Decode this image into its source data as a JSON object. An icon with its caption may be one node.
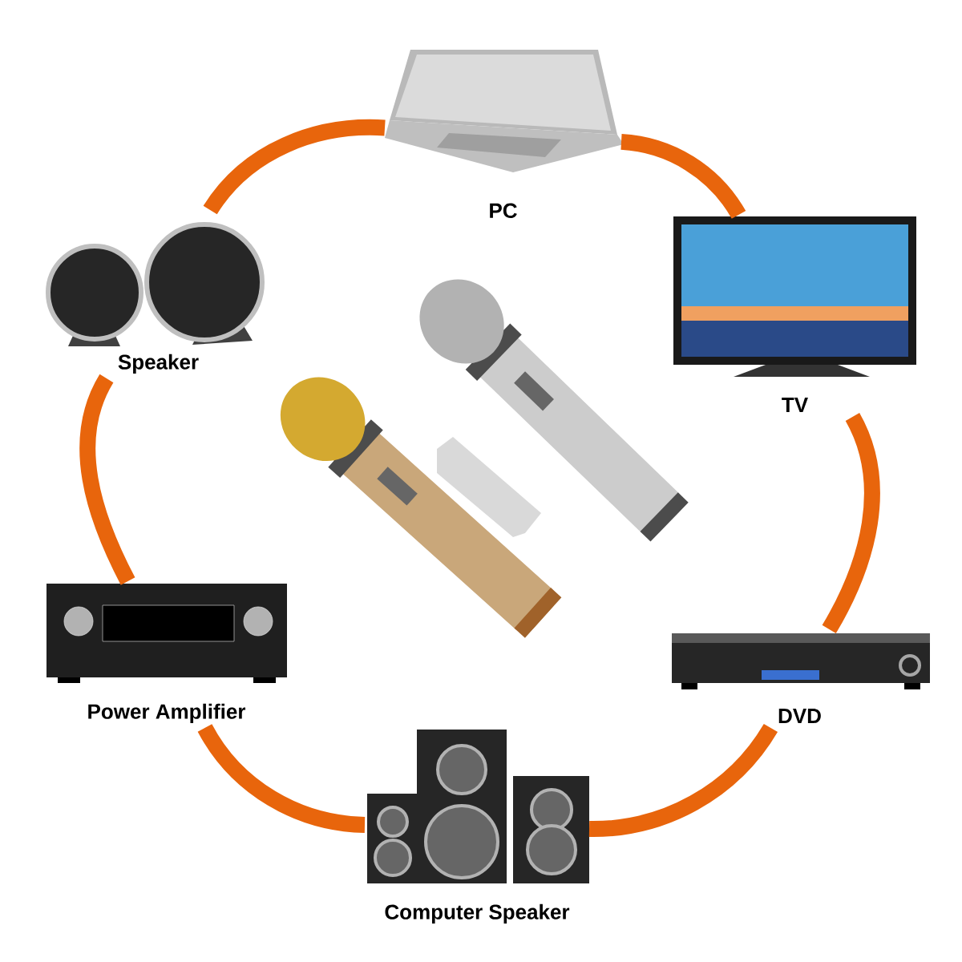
{
  "diagram": {
    "nodes": [
      {
        "text": [
          "PC"
        ]
      },
      {
        "text": [
          "TV"
        ]
      },
      {
        "text": [
          "DVD"
        ]
      },
      {
        "text": [
          "Computer Speaker"
        ]
      },
      {
        "text": [
          "Power Amplifier"
        ]
      },
      {
        "text": [
          "Speaker"
        ]
      }
    ],
    "edges": [
      {
        "from": 0,
        "to": 1,
        "arrow": "none"
      },
      {
        "from": 1,
        "to": 2,
        "arrow": "none"
      },
      {
        "from": 2,
        "to": 3,
        "arrow": "none"
      },
      {
        "from": 3,
        "to": 4,
        "arrow": "none"
      },
      {
        "from": 4,
        "to": 5,
        "arrow": "none"
      },
      {
        "from": 5,
        "to": 0,
        "arrow": "none"
      }
    ]
  }
}
